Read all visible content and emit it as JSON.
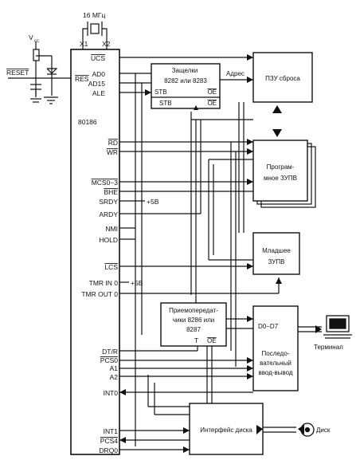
{
  "clock": {
    "freq": "16 МГц",
    "x1": "X1",
    "x2": "X2"
  },
  "power": {
    "vcc": "V",
    "vcc_sub": "cc",
    "reset": "RESET",
    "plus5v": "+5В"
  },
  "cpu": {
    "name": "80186",
    "pins": {
      "res": "RES",
      "ucs": "UCS",
      "ad0": "AD0",
      "ad15": "AD15",
      "ale": "ALE",
      "rd": "RD",
      "wr": "WR",
      "mcs": "MCS0−3",
      "bhe": "BHE",
      "srdy": "SRDY",
      "ardy": "ARDY",
      "nmi": "NMI",
      "hold": "HOLD",
      "lcs": "LCS",
      "tmr_in": "TMR IN 0",
      "tmr_out": "TMR OUT 0",
      "dtr": "DT/R",
      "pcs0": "PCS0",
      "a1": "A1",
      "a2": "A2",
      "int0": "INT0",
      "int1": "INT1",
      "pcs4": "PCS4",
      "drq0": "DRQ0"
    }
  },
  "latch": {
    "line1": "Защелки",
    "line2": "8282 или 8283",
    "stb": "STB",
    "oe": "OE",
    "stb2": "STB",
    "oe2": "OE"
  },
  "addr_label": "Адрес",
  "rom": {
    "label": "ПЗУ сброса"
  },
  "upper_ram": {
    "line1": "Програм-",
    "line2": "мное ЗУПВ"
  },
  "lower_ram": {
    "line1": "Младшее",
    "line2": "ЗУПВ"
  },
  "transceiver": {
    "line1": "Приемопередат-",
    "line2": "чики 8286 или",
    "line3": "8287",
    "t": "T",
    "oe": "OE"
  },
  "serial": {
    "d": "D0−D7",
    "line1": "Последо-",
    "line2": "вательный",
    "line3": "ввод-вывод"
  },
  "terminal": {
    "label": "Терминал"
  },
  "disk_if": {
    "label": "Интерфейс диска"
  },
  "disk": {
    "label": "Диск"
  }
}
